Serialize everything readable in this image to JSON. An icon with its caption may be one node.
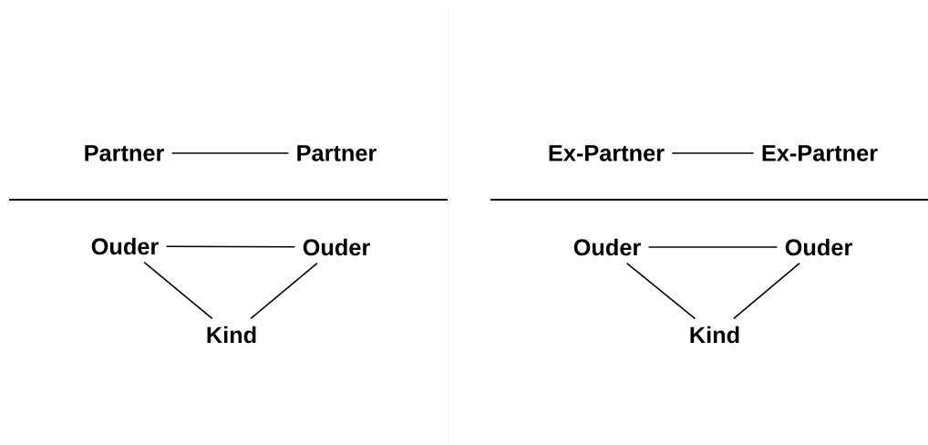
{
  "diagram": {
    "nodes": [
      {
        "text": [
          "Partner"
        ]
      },
      {
        "text": [
          "Partner"
        ]
      },
      {
        "text": [
          "Ouder"
        ]
      },
      {
        "text": [
          "Ouder"
        ]
      },
      {
        "text": [
          "Kind"
        ]
      },
      {
        "text": [
          "Ex-Partner"
        ]
      },
      {
        "text": [
          "Ex-Partner"
        ]
      },
      {
        "text": [
          "Ouder"
        ]
      },
      {
        "text": [
          "Ouder"
        ]
      },
      {
        "text": [
          "Kind"
        ]
      }
    ],
    "edges": [
      {
        "from": 0,
        "to": 1,
        "arrow": "none"
      },
      {
        "from": 2,
        "to": 3,
        "arrow": "none"
      },
      {
        "from": 2,
        "to": 4,
        "arrow": "none"
      },
      {
        "from": 3,
        "to": 4,
        "arrow": "none"
      },
      {
        "from": 5,
        "to": 6,
        "arrow": "none"
      },
      {
        "from": 7,
        "to": 8,
        "arrow": "none"
      },
      {
        "from": 7,
        "to": 9,
        "arrow": "none"
      },
      {
        "from": 8,
        "to": 9,
        "arrow": "none"
      }
    ]
  }
}
